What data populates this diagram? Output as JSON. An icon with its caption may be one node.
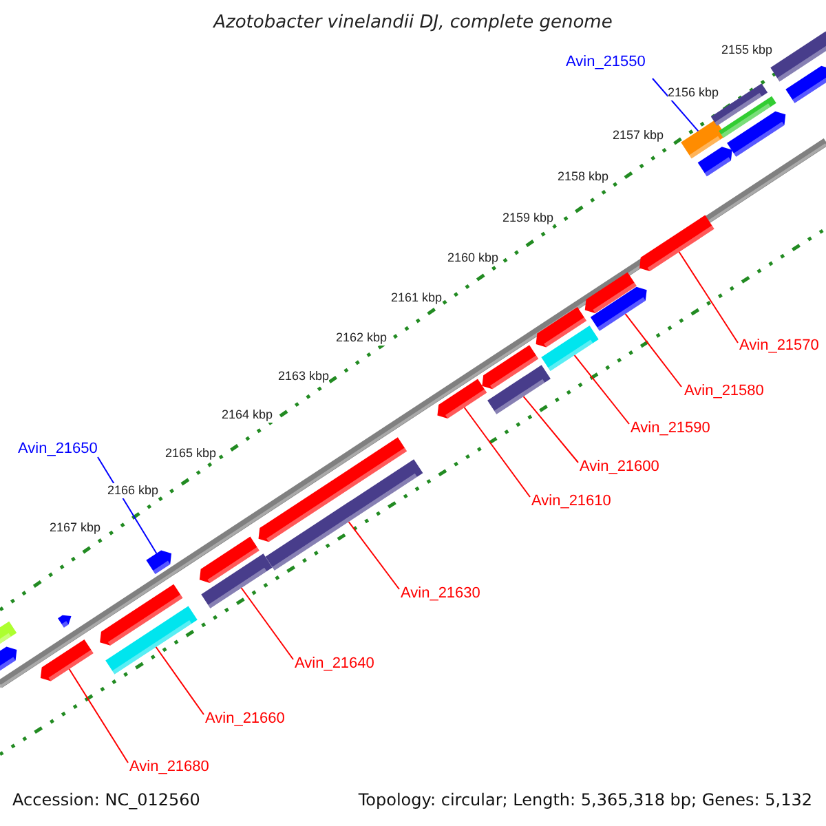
{
  "diagram": {
    "title": "Azotobacter vinelandii DJ, complete genome",
    "nodes": [
      {
        "text": [
          "Avin_21550"
        ]
      },
      {
        "text": [
          "Avin_21570"
        ]
      },
      {
        "text": [
          "Avin_21580"
        ]
      },
      {
        "text": [
          "Avin_21590"
        ]
      },
      {
        "text": [
          "Avin_21650"
        ]
      },
      {
        "text": [
          "Avin_21600"
        ]
      },
      {
        "text": [
          "Avin_21610"
        ]
      },
      {
        "text": [
          "Avin_21630"
        ]
      },
      {
        "text": [
          "Avin_21640"
        ]
      },
      {
        "text": [
          "Avin_21660"
        ]
      },
      {
        "text": [
          "Avin_21680"
        ]
      },
      {
        "text": [],
        "shape": "bar"
      },
      {
        "text": [],
        "shape": "bar"
      },
      {
        "text": [],
        "shape": "bar"
      },
      {
        "text": [],
        "shape": "bar"
      },
      {
        "text": [],
        "shape": "bar"
      },
      {
        "text": [],
        "shape": "bar"
      },
      {
        "text": [],
        "shape": "bar"
      },
      {
        "text": [],
        "shape": "bar"
      },
      {
        "text": [],
        "shape": "bar"
      },
      {
        "text": [],
        "shape": "bar"
      },
      {
        "text": [],
        "shape": "bar"
      },
      {
        "text": [],
        "shape": "bar"
      },
      {
        "text": [],
        "shape": "bar"
      },
      {
        "text": [],
        "shape": "bar"
      },
      {
        "text": [],
        "shape": "bar"
      },
      {
        "text": [],
        "shape": "bar"
      },
      {
        "text": [],
        "shape": "bar"
      },
      {
        "text": [],
        "shape": "bar"
      },
      {
        "text": [],
        "shape": "bar"
      },
      {
        "text": [],
        "shape": "bar"
      },
      {
        "text": [],
        "shape": "bar"
      },
      {
        "text": [],
        "shape": "bar"
      },
      {
        "text": [],
        "shape": "bar"
      },
      {
        "text": [],
        "shape": "bar"
      },
      {
        "text": [],
        "shape": "bar"
      },
      {
        "text": [],
        "shape": "bar"
      }
    ],
    "edges": [
      {
        "from": 0,
        "to": 30,
        "arrow": "none",
        "color": "#0000ff"
      },
      {
        "from": 1,
        "to": 29,
        "arrow": "none"
      },
      {
        "from": 2,
        "to": 28,
        "arrow": "none"
      },
      {
        "from": 3,
        "to": 26,
        "arrow": "none"
      },
      {
        "from": 4,
        "to": 17,
        "arrow": "none",
        "color": "#0000ff"
      },
      {
        "from": 5,
        "to": 24,
        "arrow": "none"
      },
      {
        "from": 6,
        "to": 22,
        "arrow": "none"
      },
      {
        "from": 7,
        "to": 21,
        "arrow": "none"
      },
      {
        "from": 8,
        "to": 19,
        "arrow": "none"
      },
      {
        "from": 9,
        "to": 16,
        "arrow": "none"
      },
      {
        "from": 10,
        "to": 13,
        "arrow": "none"
      }
    ],
    "labels": [
      "2155 kbp",
      "2156 kbp",
      "2157 kbp",
      "2158 kbp",
      "2159 kbp",
      "2160 kbp",
      "2161 kbp",
      "2162 kbp",
      "2163 kbp",
      "2164 kbp",
      "2165 kbp",
      "2166 kbp",
      "2167 kbp",
      "Accession: NC_012560",
      "Topology: circular; Length: 5,365,318 bp; Genes: 5,132"
    ]
  }
}
